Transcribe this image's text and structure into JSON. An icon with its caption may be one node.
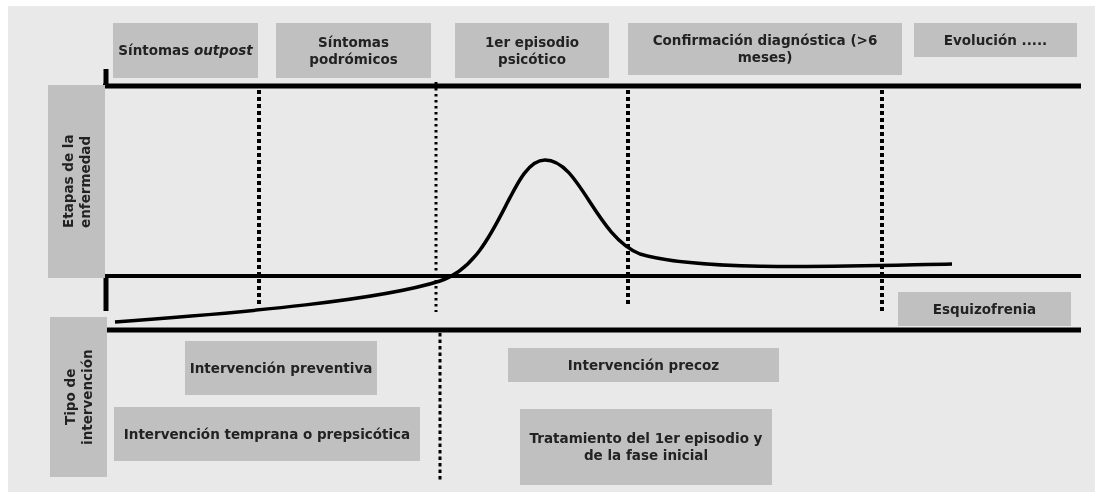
{
  "diagram": {
    "nodes": [
      {
        "text": [
          "Síntomas *outpost*"
        ]
      },
      {
        "text": [
          "Síntomas podrómicos"
        ]
      },
      {
        "text": [
          "1er episodio psicótico"
        ]
      },
      {
        "text": [
          "Confirmación diagnóstica (>6 meses)"
        ]
      },
      {
        "text": [
          "Evolución ....."
        ]
      },
      {
        "text": [
          "Etapas de la enfermedad"
        ]
      },
      {
        "text": [
          "Esquizofrenia"
        ]
      },
      {
        "text": [
          "Tipo de intervención"
        ]
      },
      {
        "text": [
          "Intervención preventiva"
        ]
      },
      {
        "text": [
          "Intervención precoz"
        ]
      },
      {
        "text": [
          "Intervención temprana o prepsicótica"
        ]
      },
      {
        "text": [
          "Tratamiento del 1er episodio y de la fase inicial"
        ]
      }
    ]
  }
}
